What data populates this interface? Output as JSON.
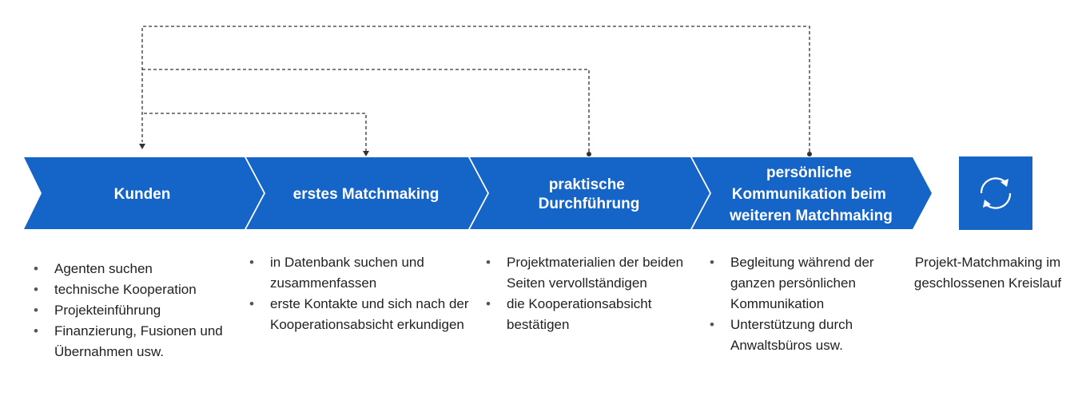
{
  "steps": [
    {
      "title_lines": [
        "Kunden"
      ]
    },
    {
      "title_lines": [
        "erstes Matchmaking"
      ]
    },
    {
      "title_lines": [
        "praktische",
        "Durchführung"
      ]
    },
    {
      "title_lines": [
        "persönliche",
        "Kommunikation beim",
        "weiteren Matchmaking"
      ]
    }
  ],
  "columns": [
    {
      "bullets": [
        "Agenten suchen",
        "technische Kooperation",
        "Projekteinführung",
        "Finanzierung, Fusionen und Übernahmen usw."
      ]
    },
    {
      "bullets": [
        "in Datenbank suchen und zusammenfassen",
        "erste Kontakte und sich nach der Kooperationsabsicht erkundigen"
      ]
    },
    {
      "bullets": [
        "Projektmaterialien der beiden Seiten vervollständigen",
        "die Kooperationsabsicht bestätigen"
      ]
    },
    {
      "bullets": [
        "Begleitung während der ganzen persönlichen Kommunikation",
        "Unterstützung durch Anwaltsbüros usw."
      ]
    }
  ],
  "cycle": {
    "icon": "cycle-arrows-icon",
    "label": "Projekt-Matchmaking im geschlossenen Kreislauf"
  },
  "colors": {
    "accent": "#1565c8",
    "connector": "#333333"
  }
}
